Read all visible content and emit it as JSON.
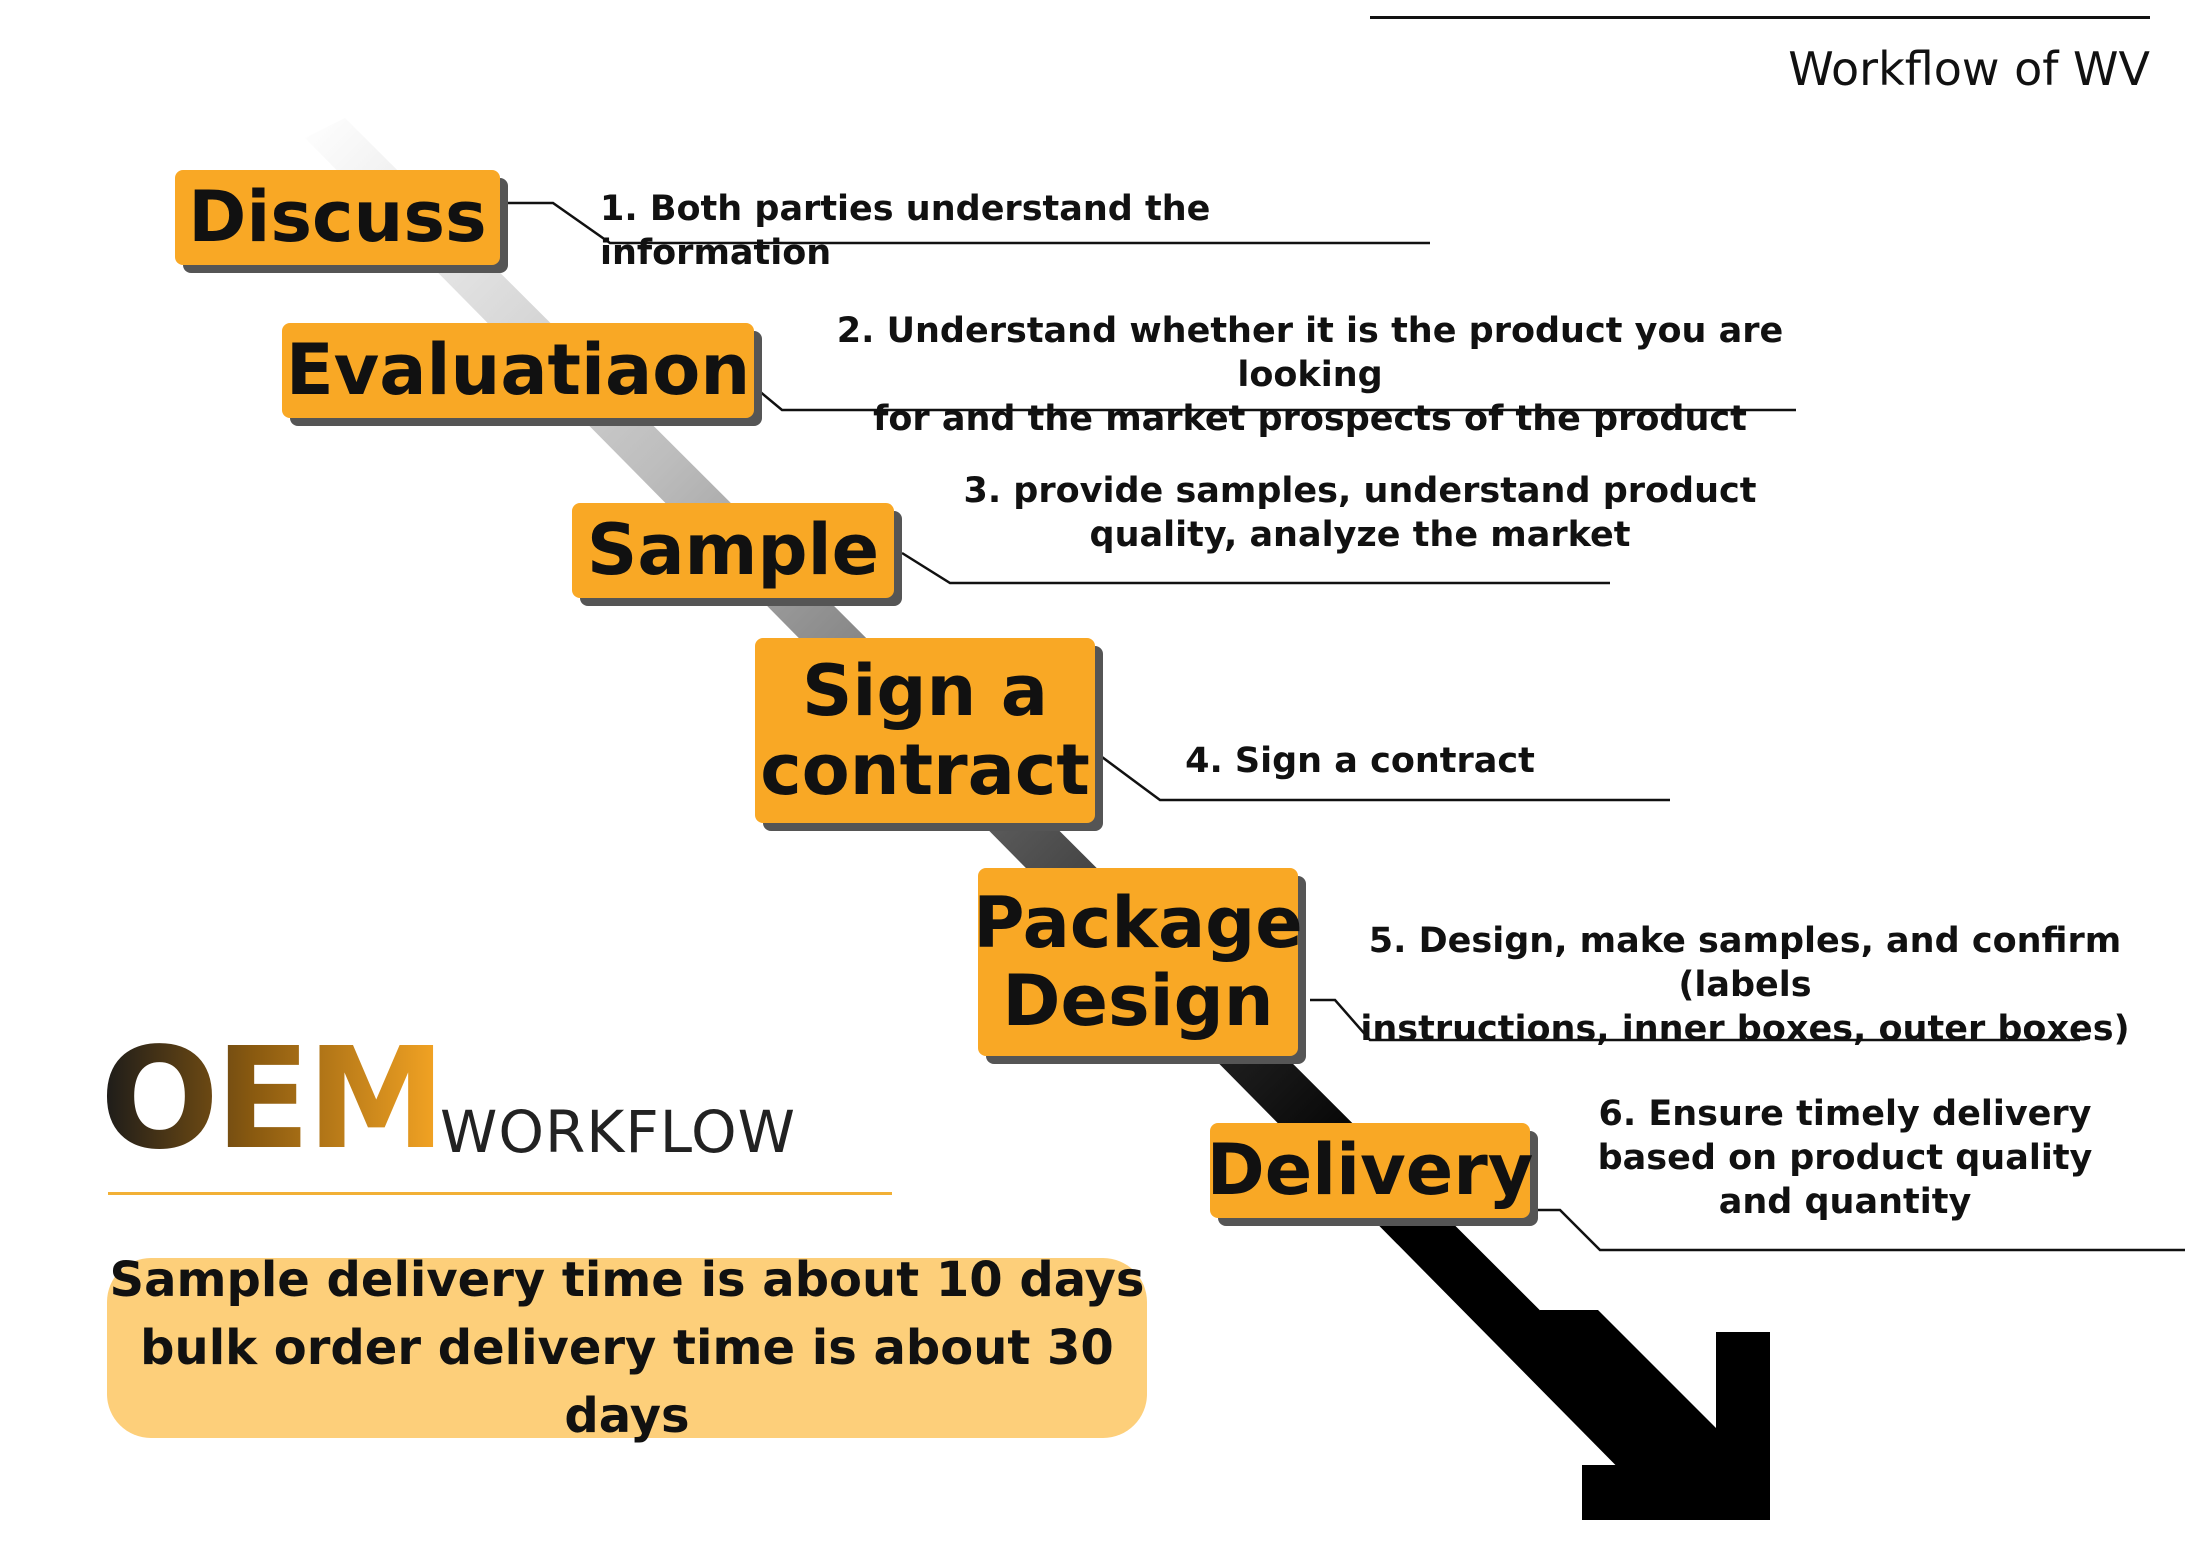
{
  "header": {
    "title": "Workflow of WV"
  },
  "stages": [
    {
      "label": "Discuss",
      "description": "1. Both parties understand the information"
    },
    {
      "label": "Evaluatiaon",
      "description": "2. Understand whether it is the product you are looking\nfor and the market prospects of the product"
    },
    {
      "label": "Sample",
      "description": "3. provide samples, understand product\nquality, analyze the market"
    },
    {
      "label": "Sign a\ncontract",
      "description": "4. Sign a contract"
    },
    {
      "label": "Package\nDesign",
      "description": "5. Design, make samples, and confirm (labels\ninstructions, inner boxes, outer boxes)"
    },
    {
      "label": "Delivery",
      "description": "6. Ensure timely delivery\nbased on product quality\nand quantity"
    }
  ],
  "branding": {
    "title": "OEM",
    "subtitle": "WORKFLOW"
  },
  "note": {
    "line1": "Sample delivery time is about 10 days",
    "line2": "bulk order delivery time is about 30 days"
  },
  "colors": {
    "accent": "#f9a825",
    "note_bg": "#fdcf7a",
    "text": "#111111"
  }
}
